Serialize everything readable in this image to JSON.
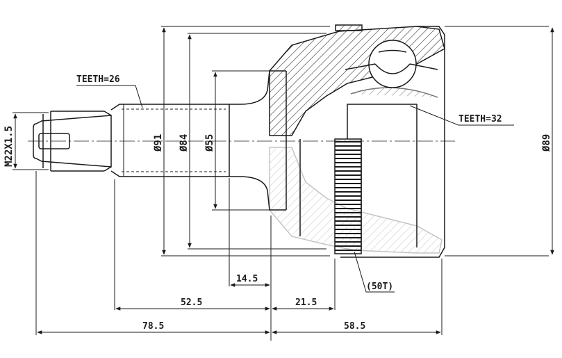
{
  "drawing": {
    "labels": {
      "teeth_stem": "TEETH=26",
      "teeth_bell": "TEETH=32",
      "thread": "M22X1.5",
      "abs_ring": "(50T)"
    },
    "diameters": {
      "d91": "Ø91",
      "d84": "Ø84",
      "d55": "Ø55",
      "d89": "Ø89"
    },
    "lengths": {
      "l145": "14.5",
      "l525": "52.5",
      "l215": "21.5",
      "l785": "78.5",
      "l585": "58.5"
    }
  },
  "colors": {
    "line": "#1a1a1a",
    "hatch": "#333333",
    "center": "#555555"
  }
}
